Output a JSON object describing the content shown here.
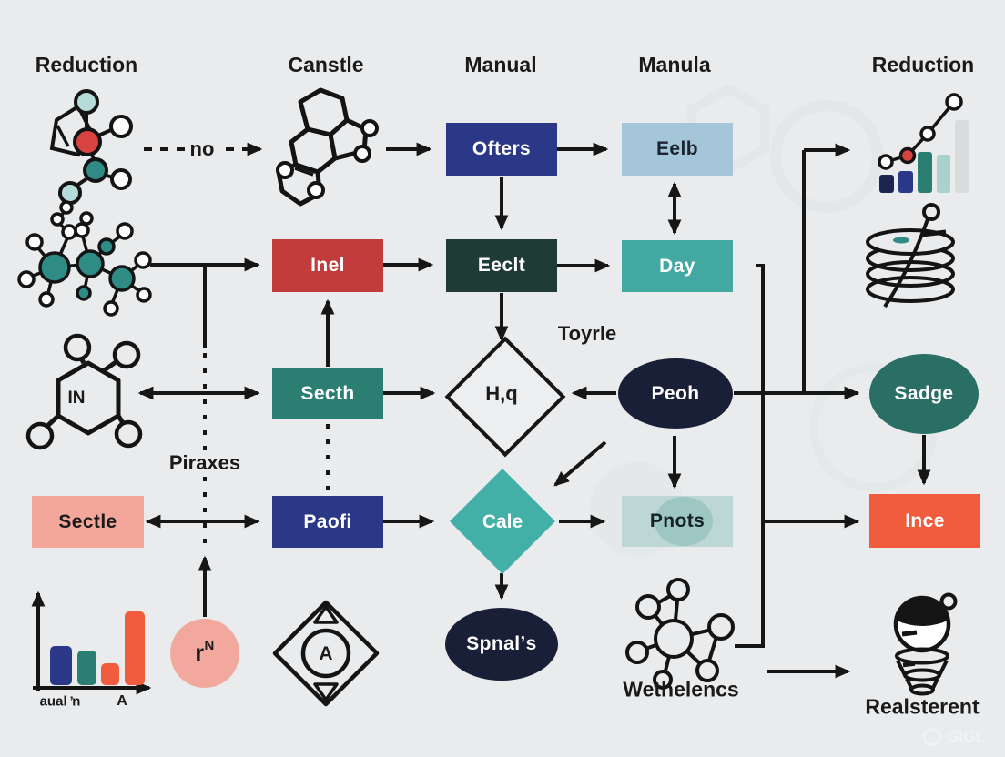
{
  "diagram": {
    "headers": {
      "reduction_left": "Reduction",
      "canstle": "Canstle",
      "manual": "Manual",
      "manula": "Manula",
      "reduction_right": "Reduction"
    },
    "nodes": {
      "ofters": {
        "label": "Ofters"
      },
      "eelb": {
        "label": "Eelb"
      },
      "inel": {
        "label": "Inel"
      },
      "eeclt": {
        "label": "Eeclt"
      },
      "day": {
        "label": "Day"
      },
      "secth": {
        "label": "Secth"
      },
      "paofi": {
        "label": "Paofi"
      },
      "sectle": {
        "label": "Sectle"
      },
      "cale": {
        "label": "Cale"
      },
      "pnots": {
        "label": "Pnots"
      },
      "peoh": {
        "label": "Peoh"
      },
      "sadge": {
        "label": "Sadge"
      },
      "ince": {
        "label": "Ince"
      },
      "spnals": {
        "label": "Spnalʼs"
      },
      "hq": {
        "label": "H,q"
      },
      "pink_circle": {
        "label": "r",
        "sup": "N"
      },
      "diamond_a": {
        "label": "A"
      },
      "hexagon_in": {
        "label": "IN"
      }
    },
    "annotations": {
      "no": "no",
      "toyrle": "Toyrle",
      "piraxes": "Piraxes",
      "wethelencs": "Wethelencs",
      "realsterent": "Realsterent"
    },
    "mini_chart": {
      "x_label_1": "aual ŉ",
      "x_label_2": "A"
    },
    "watermark": "GIGL"
  },
  "icons": {
    "top_left": "molecule-ring-icon",
    "canstle": "polycyclic-molecule-icon",
    "row2_left": "cluster-molecule-icon",
    "row3_left": "hexagon-molecule-icon",
    "top_right": "growth-chart-icon",
    "right_disks": "disk-stack-needle-icon",
    "bottom_left": "bar-chart-icon",
    "diamond": "diamond-target-icon",
    "network": "network-molecule-icon",
    "doll": "kokeshi-doll-icon"
  },
  "colors": {
    "background": "#e9ebed",
    "navy": "#2b3787",
    "light_blue": "#a5c6d9",
    "red": "#c23b3d",
    "dark_green": "#1e3c35",
    "teal": "#43a8a1",
    "teal_dark": "#2b7e72",
    "teal_deep": "#2a6f65",
    "salmon": "#f2a79a",
    "pale_teal": "#bcd7d4",
    "ink_navy": "#191f37",
    "orange": "#f15c3d",
    "pink": "#f2a89d",
    "line": "#161616"
  }
}
